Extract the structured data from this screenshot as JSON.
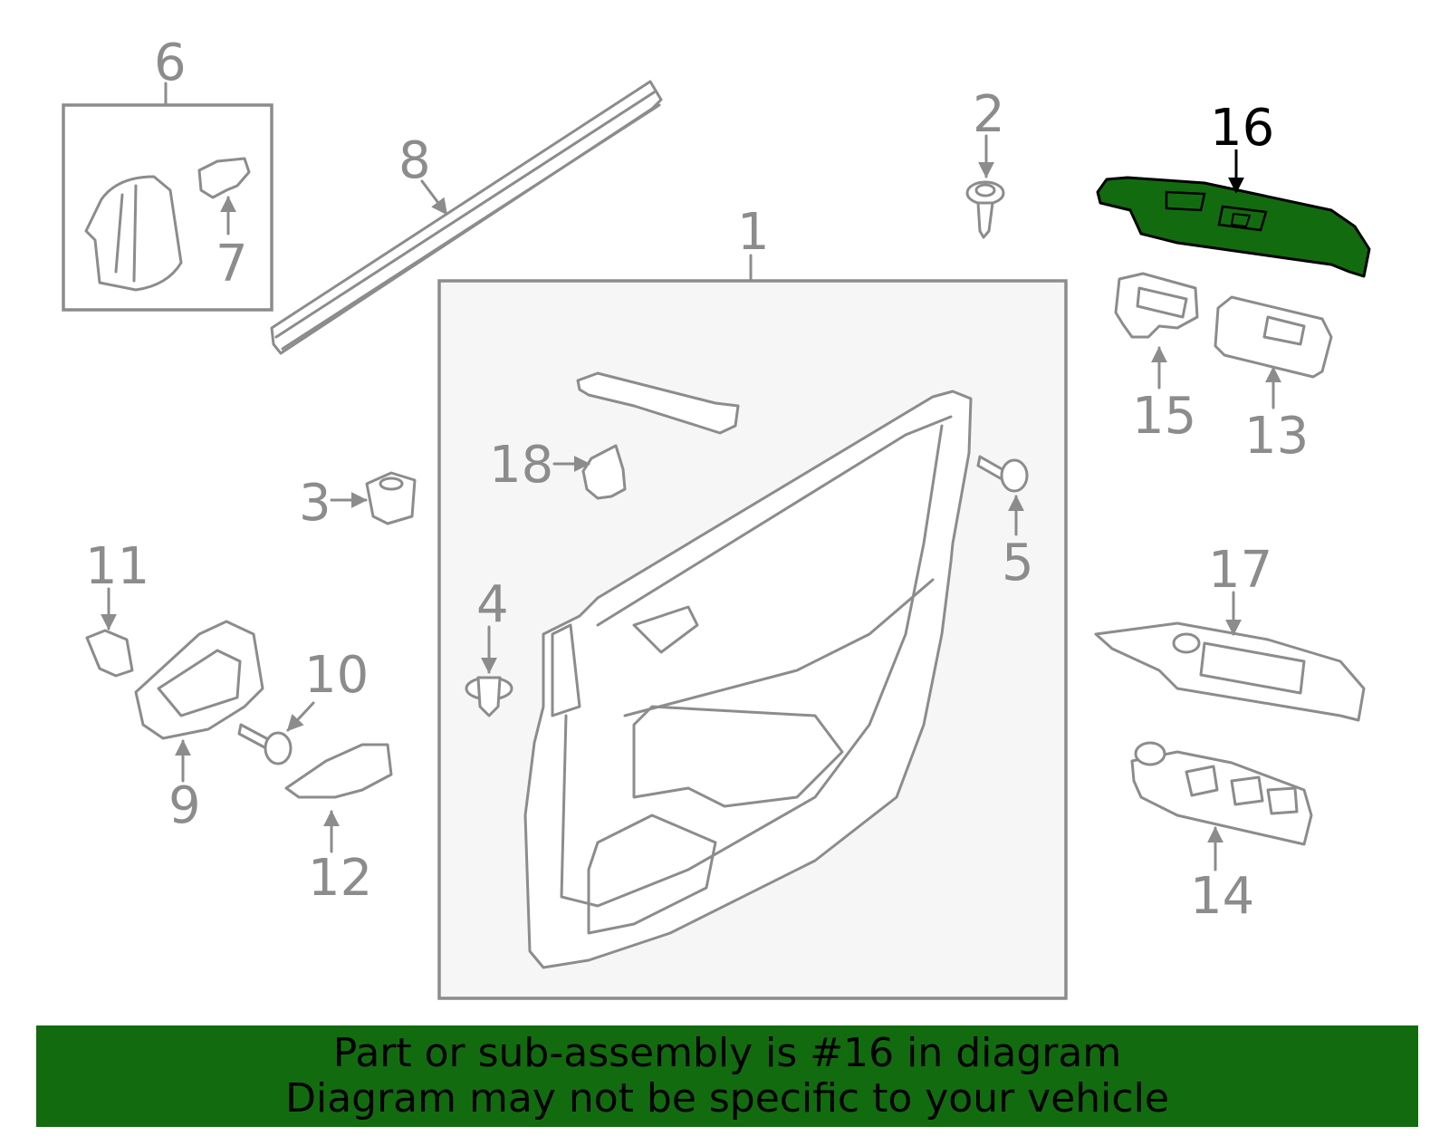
{
  "diagram": {
    "highlight_color": "#136b10",
    "line_color": "#8c8c8c",
    "highlighted_part": "16",
    "callouts": [
      "1",
      "2",
      "3",
      "4",
      "5",
      "6",
      "7",
      "8",
      "9",
      "10",
      "11",
      "12",
      "13",
      "14",
      "15",
      "16",
      "17",
      "18"
    ]
  },
  "banner": {
    "line1": "Part or sub-assembly is #16 in diagram",
    "line2": "Diagram may not be specific to your vehicle"
  }
}
